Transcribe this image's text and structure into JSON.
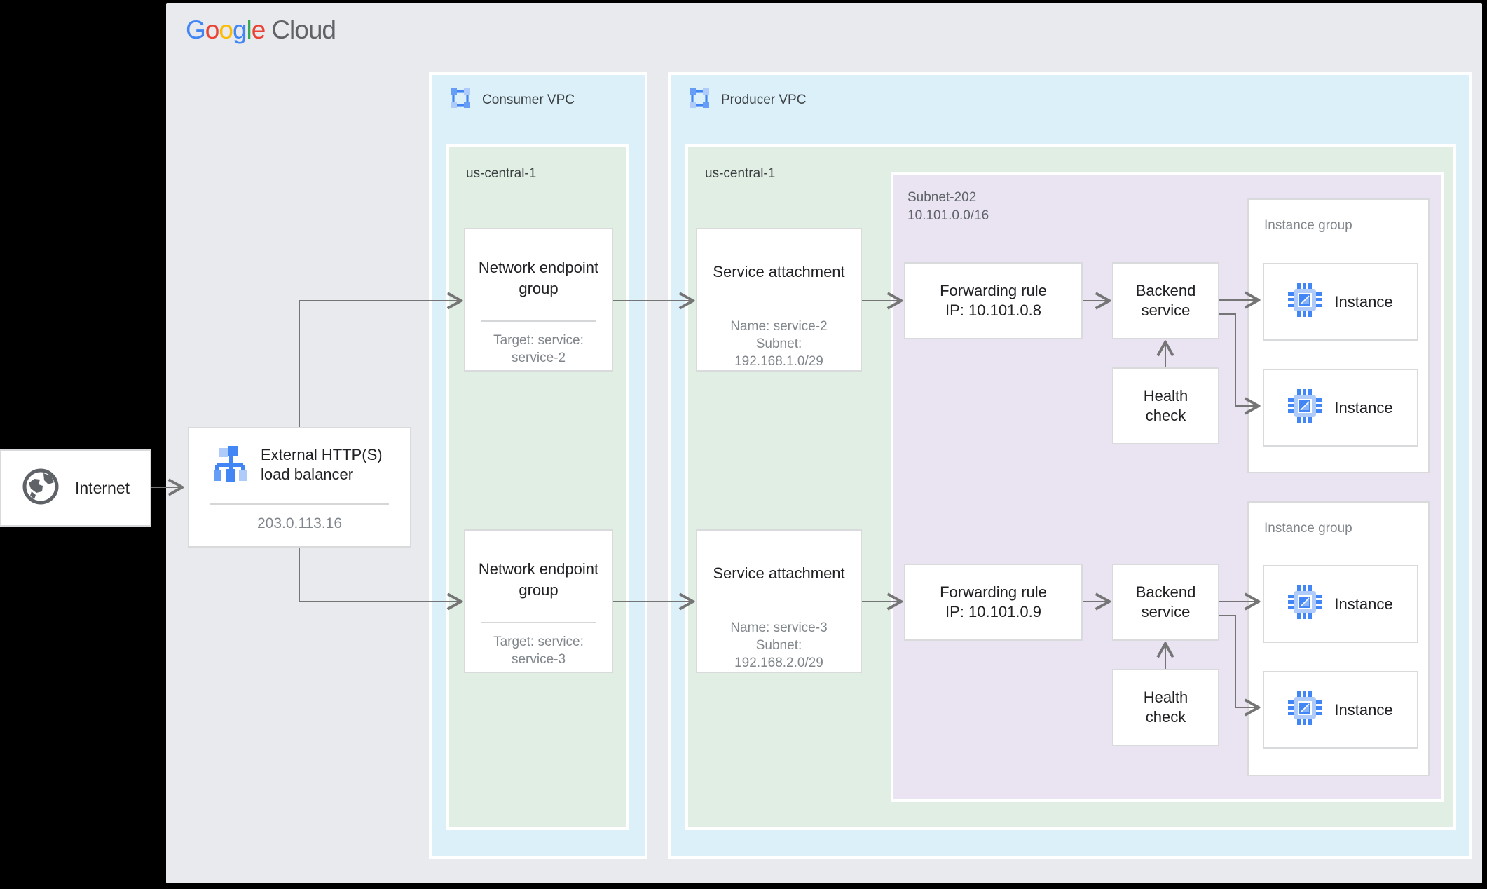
{
  "logo": {
    "letters": [
      {
        "ch": "G",
        "style": "color:#4285F4"
      },
      {
        "ch": "o",
        "style": "color:#EA4335"
      },
      {
        "ch": "o",
        "style": "color:#FBBC05"
      },
      {
        "ch": "g",
        "style": "color:#4285F4"
      },
      {
        "ch": "l",
        "style": "color:#34A853"
      },
      {
        "ch": "e",
        "style": "color:#EA4335"
      }
    ],
    "cloud": "Cloud",
    "cloud_style": "color:#5f6368"
  },
  "internet": {
    "label": "Internet"
  },
  "load_balancer": {
    "title": "External HTTP(S) load balancer",
    "ip": "203.0.113.16"
  },
  "consumer_vpc": {
    "label": "Consumer VPC",
    "region": "us-central-1"
  },
  "producer_vpc": {
    "label": "Producer VPC",
    "region": "us-central-1"
  },
  "subnet": {
    "name": "Subnet-202",
    "cidr": "10.101.0.0/16"
  },
  "rows": [
    {
      "neg": {
        "title": "Network endpoint group",
        "target": "Target: service: service-2"
      },
      "sa": {
        "title": "Service attachment",
        "name": "Name: service-2",
        "subnet_word": "Subnet:",
        "cidr": "192.168.1.0/29"
      },
      "fr": {
        "line1": "Forwarding rule",
        "line2": "IP: 10.101.0.8"
      },
      "bs": {
        "label": "Backend service"
      },
      "hc": {
        "label": "Health check"
      },
      "ig": {
        "label": "Instance group",
        "instances": [
          {
            "label": "Instance"
          },
          {
            "label": "Instance"
          }
        ]
      }
    },
    {
      "neg": {
        "title": "Network endpoint group",
        "target": "Target: service: service-3"
      },
      "sa": {
        "title": "Service attachment",
        "name": "Name: service-3",
        "subnet_word": "Subnet:",
        "cidr": "192.168.2.0/29"
      },
      "fr": {
        "line1": "Forwarding rule",
        "line2": "IP: 10.101.0.9"
      },
      "bs": {
        "label": "Backend service"
      },
      "hc": {
        "label": "Health check"
      },
      "ig": {
        "label": "Instance group",
        "instances": [
          {
            "label": "Instance"
          },
          {
            "label": "Instance"
          }
        ]
      }
    }
  ],
  "icons": {
    "vpc": "vpc-network-icon",
    "internet": "globe-icon",
    "load_balancer": "load-balancer-icon",
    "instance": "compute-instance-chip-icon"
  },
  "colors": {
    "canvas": "#e8eaed",
    "vpc_container": "#dcf0fa",
    "region": "#e0eee4",
    "subnet": "#e9e3f2",
    "connector": "#757575",
    "node_border": "#d9dadb",
    "icon_blue": "#4285F4",
    "icon_blue_light": "#aecbfa",
    "text_dark": "#202124",
    "text_gray": "#80868b"
  }
}
